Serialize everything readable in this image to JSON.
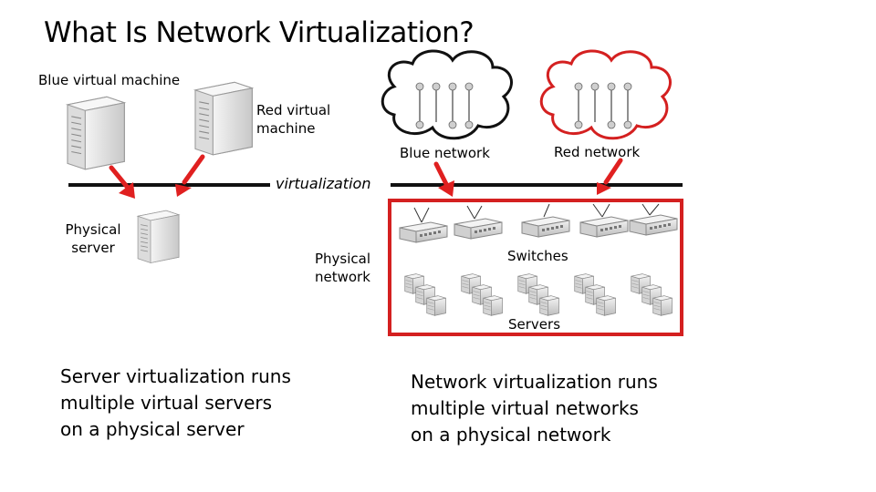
{
  "title": "What Is Network Virtualization?",
  "labels": {
    "blue_vm": "Blue virtual machine",
    "red_vm_line1": "Red virtual",
    "red_vm_line2": "machine",
    "blue_network": "Blue network",
    "red_network": "Red network",
    "virtualization": "virtualization",
    "physical_server_line1": "Physical",
    "physical_server_line2": "server",
    "physical_network_line1": "Physical",
    "physical_network_line2": "network",
    "switches": "Switches",
    "servers": "Servers"
  },
  "captions": {
    "left": [
      "Server virtualization runs",
      "multiple virtual servers",
      "on a physical server"
    ],
    "right": [
      "Network virtualization runs",
      "multiple virtual networks",
      "on a physical network"
    ]
  },
  "colors": {
    "arrow_red": "#e02020",
    "cloud_blue": "#111111",
    "cloud_red": "#d42020",
    "physical_box": "#d42020"
  },
  "icons": {
    "virtual_machine": "server-tower-icon",
    "switch": "network-switch-icon",
    "server_cluster": "server-rack-icon",
    "cloud": "cloud-icon"
  }
}
